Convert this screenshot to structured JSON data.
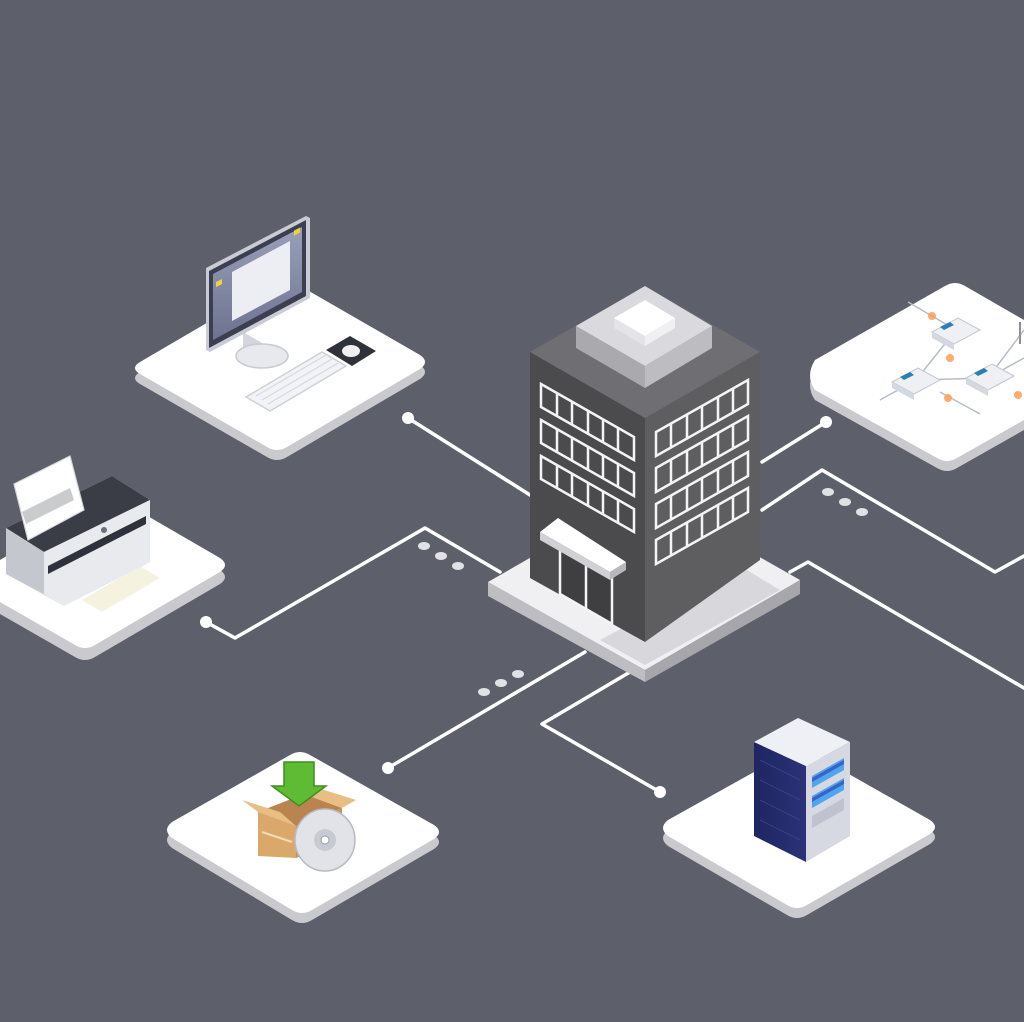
{
  "diagram": {
    "background_color": "#5d606b",
    "line_color": "#ffffff",
    "platform_color": "#ffffff",
    "building_colors": {
      "dark": "#4f4f52",
      "mid": "#6a6a6d",
      "roof": "#8e8e92",
      "light": "#f2f2f4"
    },
    "nodes": [
      {
        "id": "computer",
        "icon": "desktop-computer-icon"
      },
      {
        "id": "printer",
        "icon": "printer-icon"
      },
      {
        "id": "network",
        "icon": "network-devices-icon"
      },
      {
        "id": "software",
        "icon": "software-package-icon"
      },
      {
        "id": "server",
        "icon": "server-rack-icon"
      }
    ],
    "hub": {
      "icon": "office-building-icon"
    }
  }
}
